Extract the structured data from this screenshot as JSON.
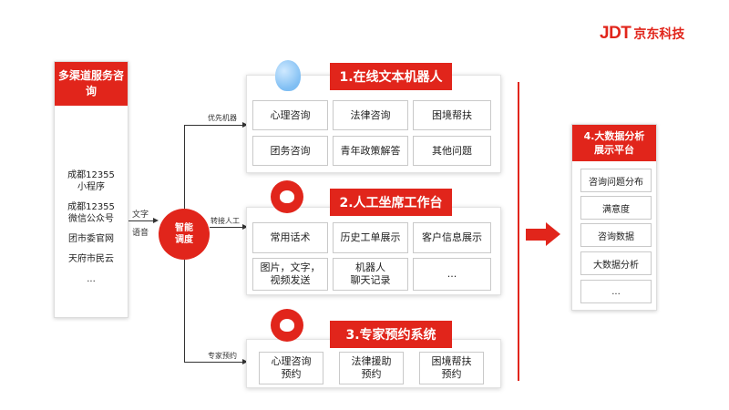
{
  "brand": {
    "logo_text": "JDT",
    "name": "京东科技"
  },
  "left": {
    "title": "多渠道服务咨询",
    "items": [
      {
        "line1": "成都12355",
        "line2": "小程序"
      },
      {
        "line1": "成都12355",
        "line2": "微信公众号"
      },
      {
        "line1": "团市委官网",
        "line2": ""
      },
      {
        "line1": "天府市民云",
        "line2": ""
      },
      {
        "line1": "...",
        "line2": ""
      }
    ]
  },
  "input_labels": {
    "text": "文字",
    "voice": "语音"
  },
  "dispatch": {
    "line1": "智能",
    "line2": "调度"
  },
  "branch_labels": {
    "top": "优先机器",
    "middle": "转接人工",
    "bottom": "专家预约"
  },
  "sections": [
    {
      "title": "1.在线文本机器人",
      "icon": "robot-head-icon",
      "rows": [
        [
          {
            "line1": "心理咨询",
            "line2": ""
          },
          {
            "line1": "法律咨询",
            "line2": ""
          },
          {
            "line1": "困境帮扶",
            "line2": ""
          }
        ],
        [
          {
            "line1": "团务咨询",
            "line2": ""
          },
          {
            "line1": "青年政策解答",
            "line2": ""
          },
          {
            "line1": "其他问题",
            "line2": ""
          }
        ]
      ]
    },
    {
      "title": "2.人工坐席工作台",
      "icon": "agent-headset-icon",
      "rows": [
        [
          {
            "line1": "常用话术",
            "line2": ""
          },
          {
            "line1": "历史工单展示",
            "line2": ""
          },
          {
            "line1": "客户信息展示",
            "line2": ""
          }
        ],
        [
          {
            "line1": "图片，文字，",
            "line2": "视频发送"
          },
          {
            "line1": "机器人",
            "line2": "聊天记录"
          },
          {
            "line1": "...",
            "line2": ""
          }
        ]
      ]
    },
    {
      "title": "3.专家预约系统",
      "icon": "expert-headset-icon",
      "rows": [
        [
          {
            "line1": "心理咨询",
            "line2": "预约"
          },
          {
            "line1": "法律援助",
            "line2": "预约"
          },
          {
            "line1": "困境帮扶",
            "line2": "预约"
          }
        ]
      ]
    }
  ],
  "right": {
    "title_line1": "4.大数据分析",
    "title_line2": "展示平台",
    "items": [
      "咨询问题分布",
      "满意度",
      "咨询数据",
      "大数据分析",
      "..."
    ]
  },
  "colors": {
    "accent": "#e1251b",
    "robot_icon": "#7fbef3"
  }
}
